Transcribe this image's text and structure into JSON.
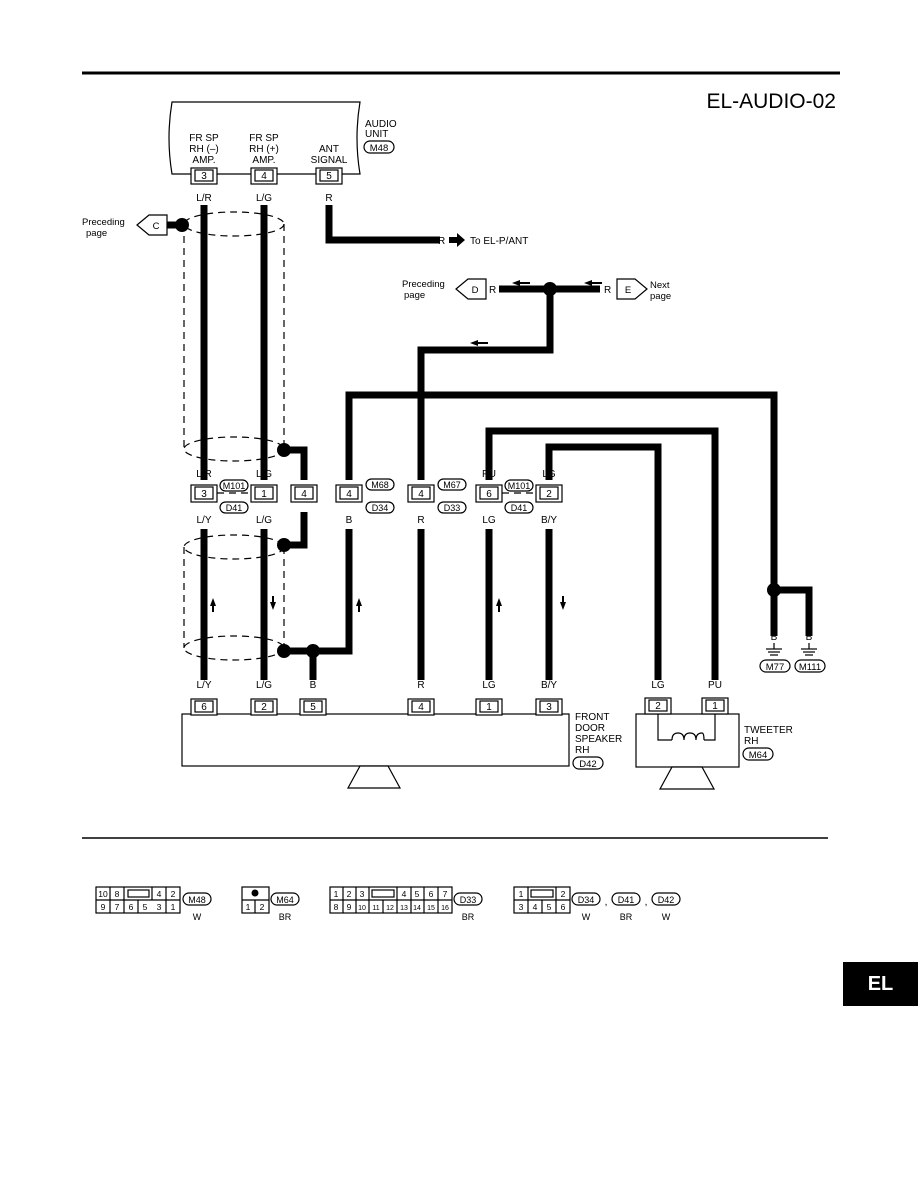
{
  "page": {
    "code": "EL-AUDIO-02",
    "section_tab": "EL"
  },
  "audio_unit": {
    "name_lines": [
      "AUDIO",
      "UNIT"
    ],
    "connector": "M48",
    "terminals": [
      {
        "pin": "3",
        "label_lines": [
          "FR SP",
          "RH (–)",
          "AMP."
        ],
        "wire": "L/R"
      },
      {
        "pin": "4",
        "label_lines": [
          "FR SP",
          "RH (+)",
          "AMP."
        ],
        "wire": "L/G"
      },
      {
        "pin": "5",
        "label_lines": [
          "ANT",
          "SIGNAL"
        ],
        "wire": "R"
      }
    ]
  },
  "offpage": {
    "c_text_lines": [
      "Preceding",
      "page"
    ],
    "c_letter": "C",
    "d_text_lines": [
      "Preceding",
      "page"
    ],
    "d_letter": "D",
    "d_wire": "R",
    "e_text_lines": [
      "Next",
      "page"
    ],
    "e_letter": "E",
    "e_wire": "R",
    "ant_wire": "R",
    "ant_dest": "To EL-P/ANT"
  },
  "joint_connectors": [
    {
      "pins": [
        "3",
        "1",
        "4"
      ],
      "upper_id": "M101",
      "lower_id": "D41",
      "upper_wires": [
        "L/R",
        "L/G",
        ""
      ],
      "lower_wires": [
        "L/Y",
        "L/G",
        ""
      ]
    },
    {
      "pins": [
        "4"
      ],
      "upper_id": "M68",
      "lower_id": "D34",
      "upper_wires": [
        "B"
      ],
      "lower_wires": [
        "B"
      ]
    },
    {
      "pins": [
        "4"
      ],
      "upper_id": "M67",
      "lower_id": "D33",
      "upper_wires": [
        "R"
      ],
      "lower_wires": [
        "R"
      ]
    },
    {
      "pins": [
        "6",
        "2"
      ],
      "upper_id": "M101",
      "lower_id": "D41",
      "upper_wires": [
        "PU",
        "LG"
      ],
      "lower_wires": [
        "LG",
        "B/Y"
      ]
    }
  ],
  "grounds": [
    {
      "wire": "B",
      "connector": "M77"
    },
    {
      "wire": "B",
      "connector": "M111"
    }
  ],
  "front_door_speaker": {
    "name_lines": [
      "FRONT",
      "DOOR",
      "SPEAKER",
      "RH"
    ],
    "connector": "D42",
    "terminals": [
      {
        "pin": "6",
        "wire": "L/Y"
      },
      {
        "pin": "2",
        "wire": "L/G"
      },
      {
        "pin": "5",
        "wire": "B"
      },
      {
        "pin": "4",
        "wire": "R"
      },
      {
        "pin": "1",
        "wire": "LG"
      },
      {
        "pin": "3",
        "wire": "B/Y"
      }
    ]
  },
  "tweeter": {
    "name_lines": [
      "TWEETER",
      "RH"
    ],
    "connector": "M64",
    "terminals": [
      {
        "pin": "2",
        "wire": "LG"
      },
      {
        "pin": "1",
        "wire": "PU"
      }
    ]
  },
  "connector_views": [
    {
      "ids": [
        "M48"
      ],
      "colors": [
        "W"
      ],
      "top_row": [
        "10",
        "8",
        "",
        "4",
        "2"
      ],
      "bottom_row": [
        "9",
        "7",
        "6",
        "5",
        "3",
        "1"
      ]
    },
    {
      "ids": [
        "M64"
      ],
      "colors": [
        "BR"
      ],
      "top_row": [
        ""
      ],
      "bottom_row": [
        "1",
        "2"
      ]
    },
    {
      "ids": [
        "D33"
      ],
      "colors": [
        "BR"
      ],
      "top_row": [
        "1",
        "2",
        "3",
        "",
        "4",
        "5",
        "6",
        "7"
      ],
      "bottom_row": [
        "8",
        "9",
        "10",
        "11",
        "12",
        "13",
        "14",
        "15",
        "16"
      ]
    },
    {
      "ids": [
        "D34",
        "D41",
        "D42"
      ],
      "colors": [
        "W",
        "BR",
        "W"
      ],
      "separator": ",",
      "top_row": [
        "1",
        "",
        "2"
      ],
      "bottom_row": [
        "3",
        "4",
        "5",
        "6"
      ]
    }
  ]
}
